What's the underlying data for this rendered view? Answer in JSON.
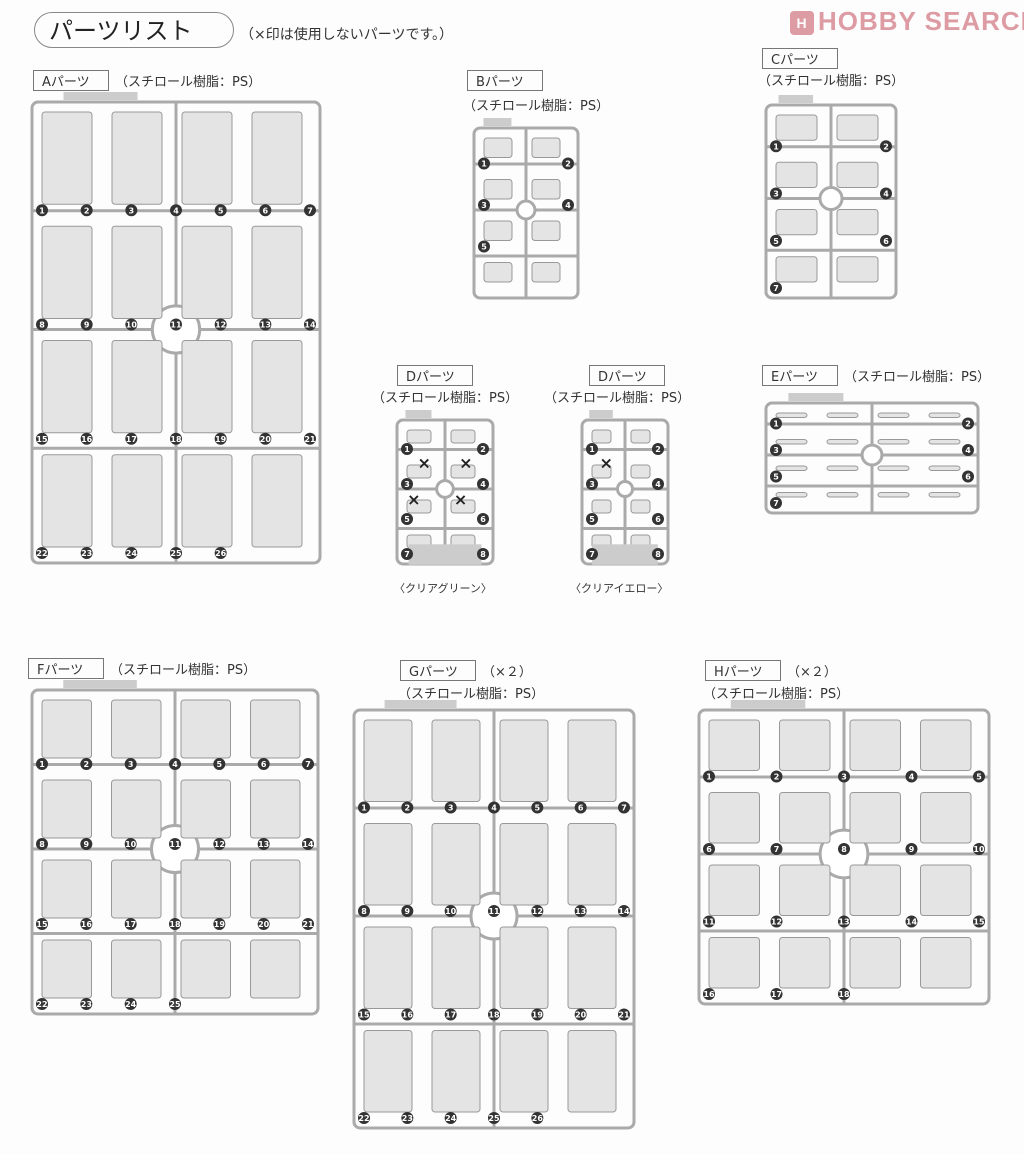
{
  "watermark": "HOBBY SEARCH",
  "title": "パーツリスト",
  "note": "（×印は使用しないパーツです。）",
  "sections": [
    {
      "key": "A",
      "label": "Aパーツ",
      "material": "（スチロール樹脂：PS）",
      "numbers": [
        "1",
        "2",
        "3",
        "4",
        "5",
        "6",
        "7",
        "8",
        "9",
        "10",
        "11",
        "12",
        "13",
        "14",
        "15",
        "16",
        "17",
        "18",
        "19",
        "20",
        "21",
        "22",
        "23",
        "24",
        "25",
        "26"
      ]
    },
    {
      "key": "B",
      "label": "Bパーツ",
      "material": "（スチロール樹脂：PS）",
      "numbers": [
        "1",
        "2",
        "3",
        "4",
        "5"
      ]
    },
    {
      "key": "C",
      "label": "Cパーツ",
      "material": "（スチロール樹脂：PS）",
      "numbers": [
        "1",
        "2",
        "3",
        "4",
        "5",
        "6",
        "7"
      ]
    },
    {
      "key": "D1",
      "label": "Dパーツ",
      "material": "（スチロール樹脂：PS）",
      "caption": "〈クリアグリーン〉",
      "numbers": [
        "1",
        "2",
        "3",
        "4",
        "5",
        "6",
        "7",
        "8"
      ]
    },
    {
      "key": "D2",
      "label": "Dパーツ",
      "material": "（スチロール樹脂：PS）",
      "caption": "〈クリアイエロー〉",
      "numbers": [
        "1",
        "2",
        "3",
        "4",
        "5",
        "6",
        "7",
        "8"
      ]
    },
    {
      "key": "E",
      "label": "Eパーツ",
      "material": "（スチロール樹脂：PS）",
      "numbers": [
        "1",
        "2",
        "3",
        "4",
        "5",
        "6",
        "7"
      ]
    },
    {
      "key": "F",
      "label": "Fパーツ",
      "material": "（スチロール樹脂：PS）",
      "numbers": [
        "1",
        "2",
        "3",
        "4",
        "5",
        "6",
        "7",
        "8",
        "9",
        "10",
        "11",
        "12",
        "13",
        "14",
        "15",
        "16",
        "17",
        "18",
        "19",
        "20",
        "21",
        "22",
        "23",
        "24",
        "25"
      ]
    },
    {
      "key": "G",
      "label": "Gパーツ",
      "qty": "（×２）",
      "material": "（スチロール樹脂：PS）",
      "numbers": [
        "1",
        "2",
        "3",
        "4",
        "5",
        "6",
        "7",
        "8",
        "9",
        "10",
        "11",
        "12",
        "13",
        "14",
        "15",
        "16",
        "17",
        "18",
        "19",
        "20",
        "21",
        "22",
        "23",
        "24",
        "25",
        "26"
      ]
    },
    {
      "key": "H",
      "label": "Hパーツ",
      "qty": "（×２）",
      "material": "（スチロール樹脂：PS）",
      "numbers": [
        "1",
        "2",
        "3",
        "4",
        "5",
        "6",
        "7",
        "8",
        "9",
        "10",
        "11",
        "12",
        "13",
        "14",
        "15",
        "16",
        "17",
        "18"
      ]
    }
  ]
}
